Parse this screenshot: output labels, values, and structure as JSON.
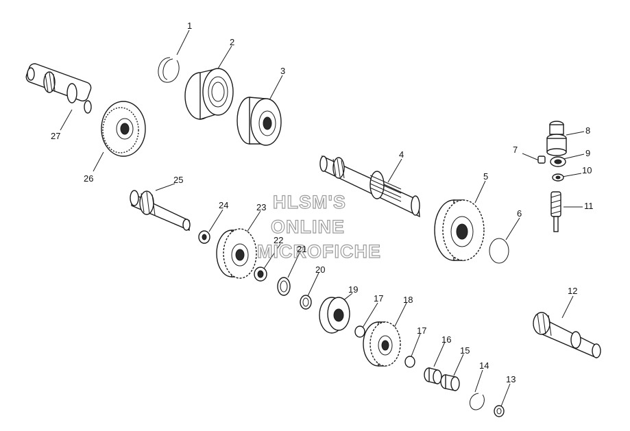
{
  "watermark": {
    "line1": "HLSM'S",
    "line2": "ONLINE",
    "line3": "MICROFICHE"
  },
  "callouts": [
    "1",
    "2",
    "3",
    "4",
    "5",
    "6",
    "7",
    "8",
    "9",
    "10",
    "11",
    "12",
    "13",
    "14",
    "15",
    "16",
    "17",
    "17",
    "18",
    "19",
    "20",
    "21",
    "22",
    "23",
    "24",
    "25",
    "26",
    "27"
  ]
}
